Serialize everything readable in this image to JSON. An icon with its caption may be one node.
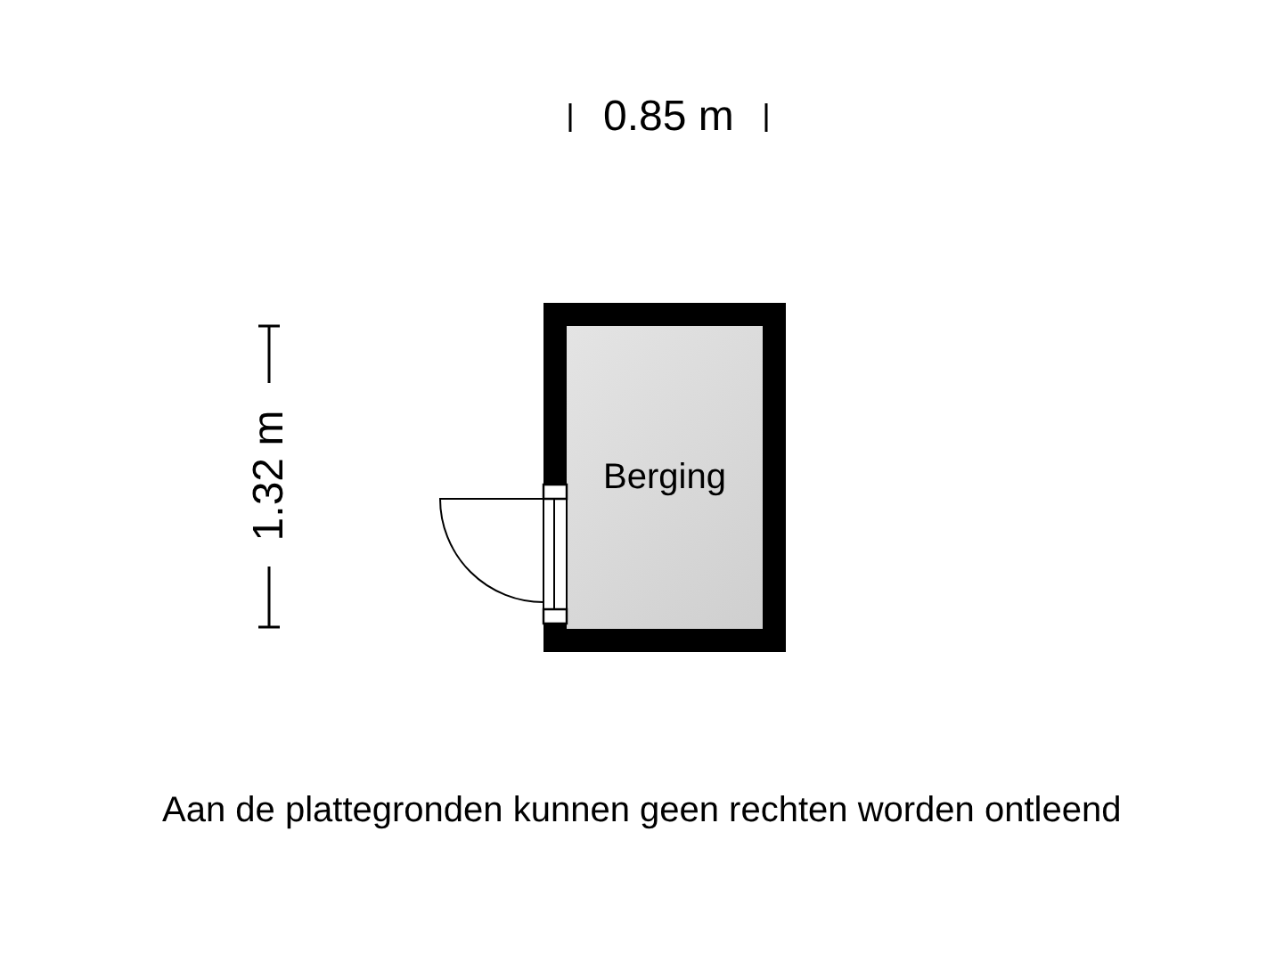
{
  "diagram": {
    "caption": "Aan de plattegronden kunnen geen rechten worden ontleend",
    "nodes": [
      {
        "text": [
          "Berging"
        ]
      }
    ],
    "labels": [
      "0.85 m",
      "1.32 m"
    ]
  }
}
